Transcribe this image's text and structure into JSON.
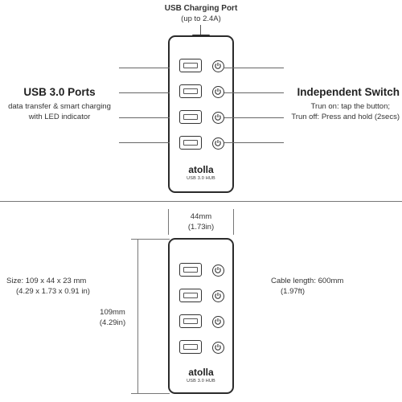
{
  "top": {
    "charging_title": "USB Charging Port",
    "charging_sub": "(up to 2.4A)",
    "ports_title": "USB 3.0 Ports",
    "ports_desc_1": "data transfer & smart charging",
    "ports_desc_2": "with LED indicator",
    "switch_title": "Independent Switch",
    "switch_desc_1": "Trun on: tap the button;",
    "switch_desc_2": "Trun off: Press and hold (2secs)"
  },
  "hub": {
    "brand": "atolla",
    "model": "USB 3.0 HUB"
  },
  "bottom": {
    "width_mm": "44mm",
    "width_in": "(1.73in)",
    "size_label": "Size: 109 x 44 x 23 mm",
    "size_in": "(4.29 x 1.73 x 0.91 in)",
    "height_mm": "109mm",
    "height_in": "(4.29in)",
    "cable_label": "Cable length: 600mm",
    "cable_ft": "(1.97ft)"
  },
  "icons": {
    "power": "power-icon",
    "usb_port": "usb-port-icon"
  }
}
